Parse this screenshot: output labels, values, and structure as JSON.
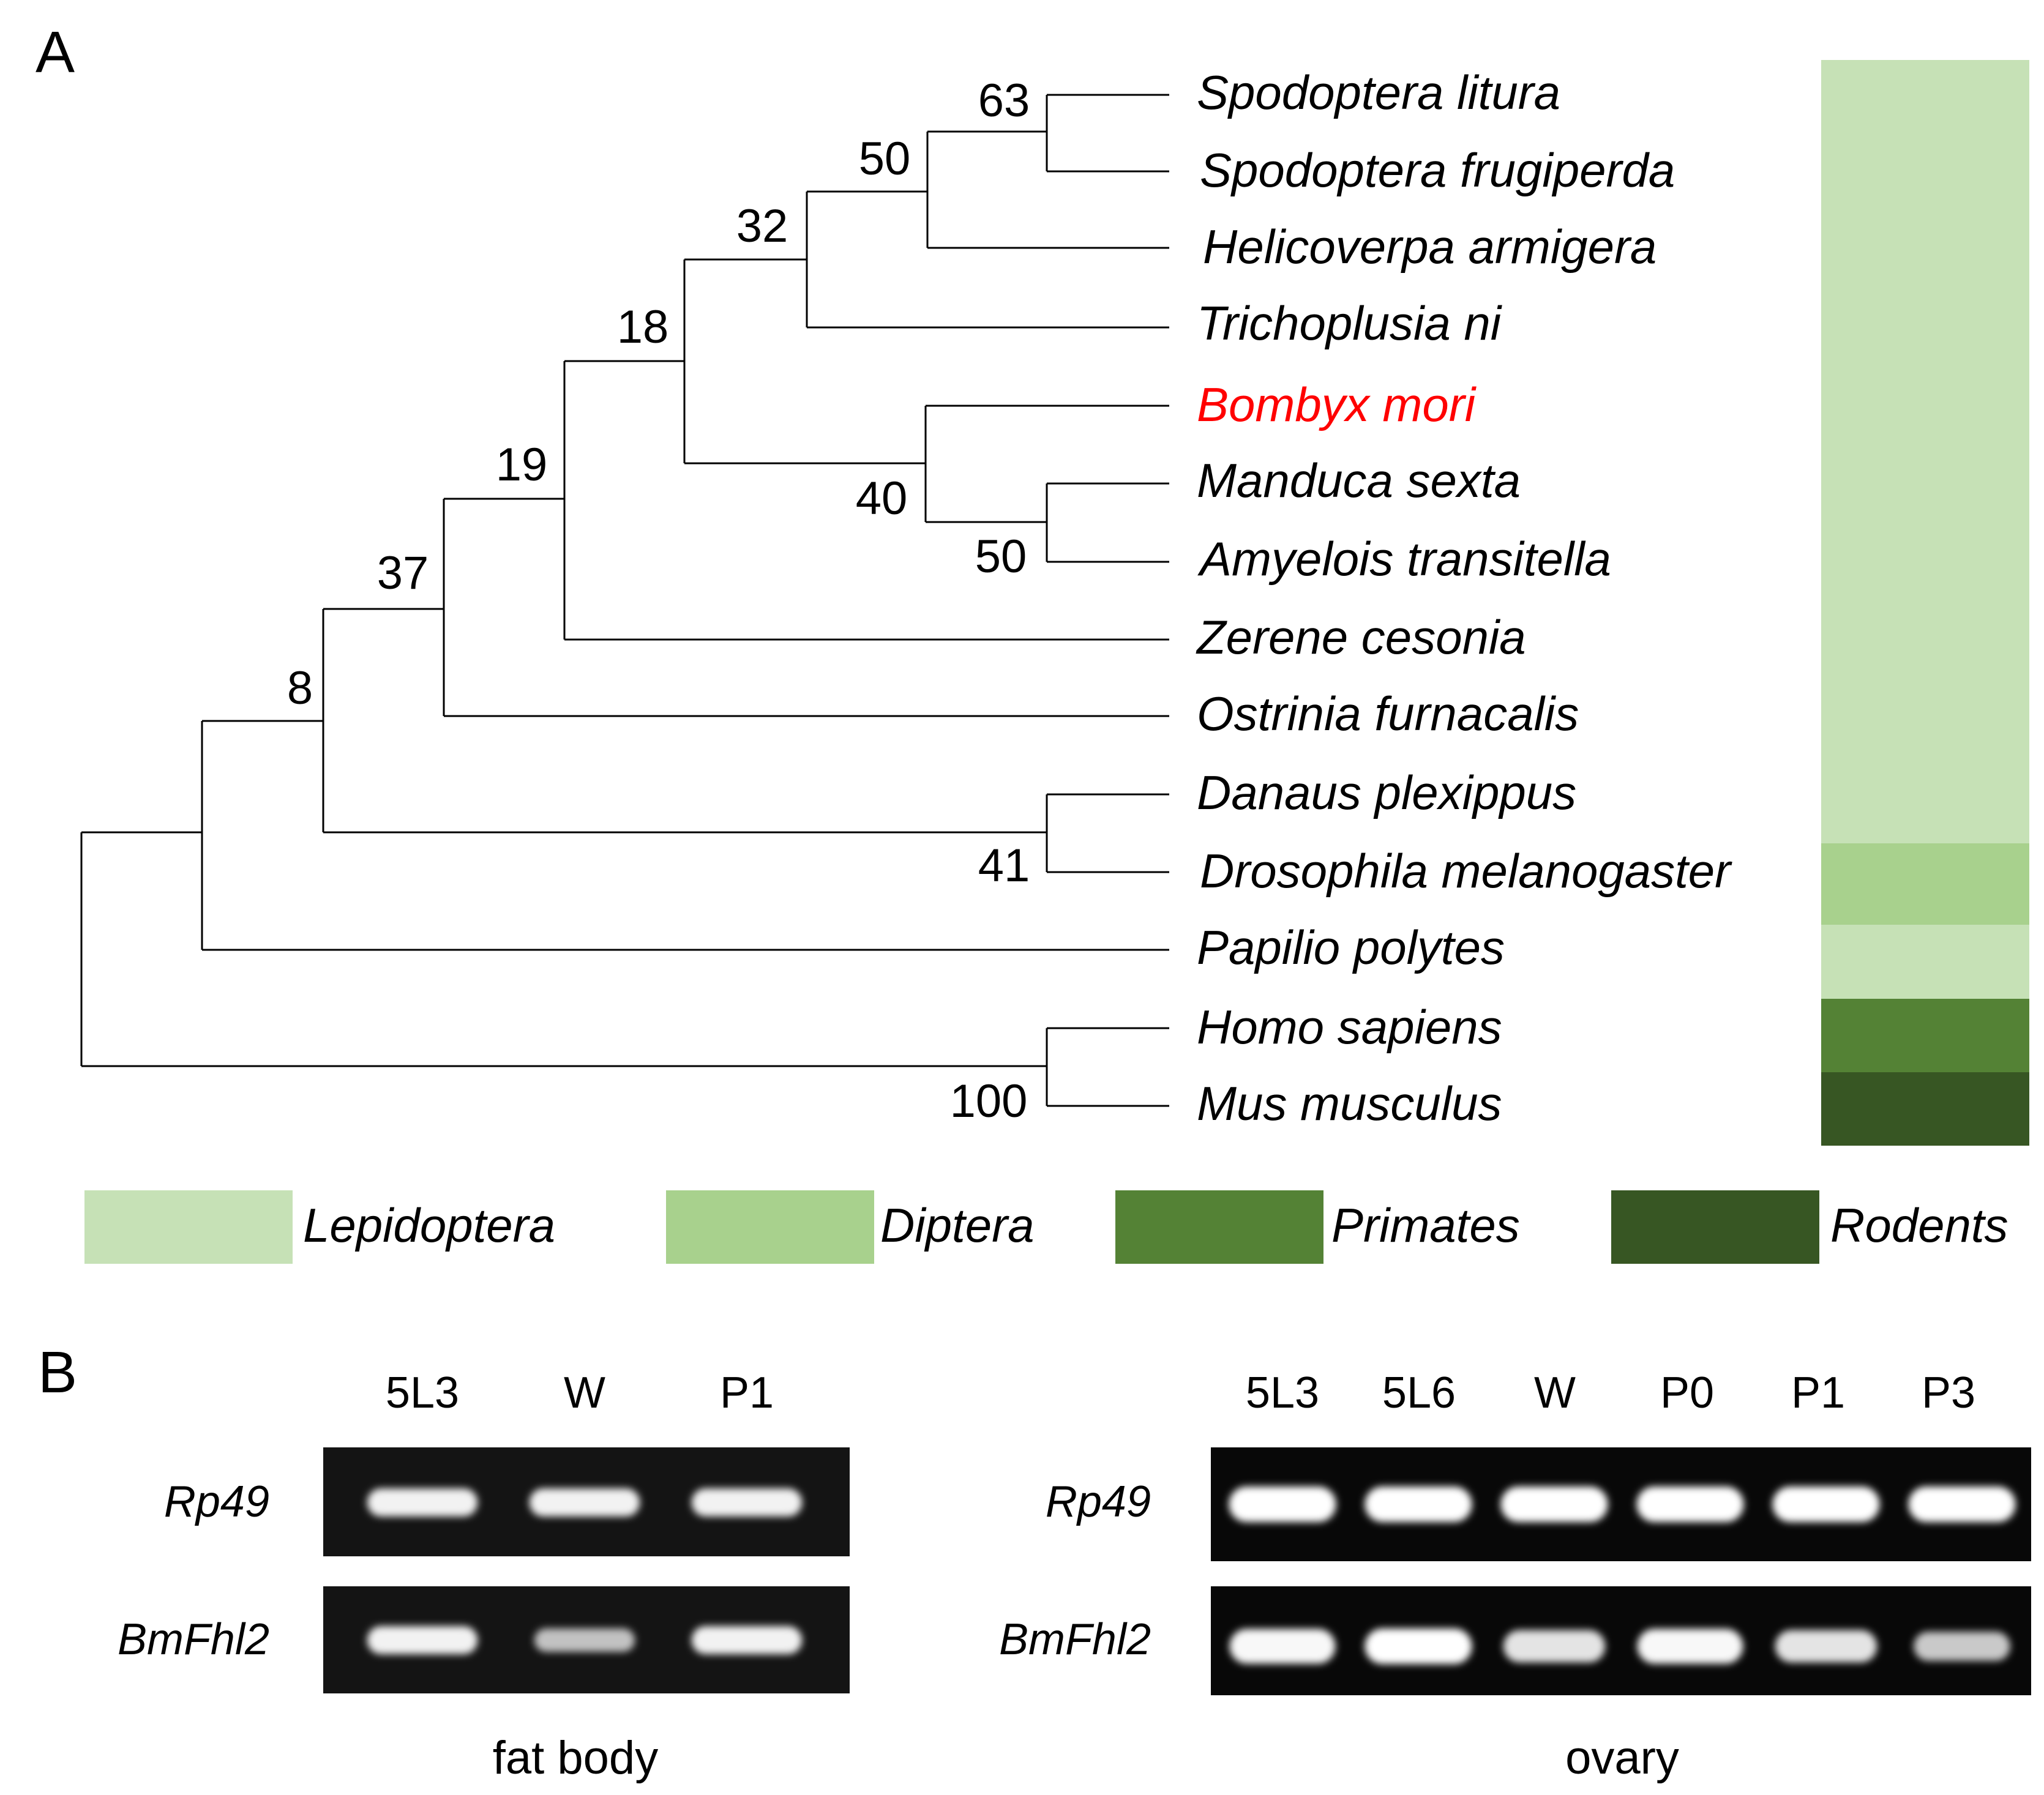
{
  "panel_a": {
    "letter": "A",
    "taxa": [
      {
        "name": "Spodoptera litura",
        "group": "Lepidoptera",
        "highlight": false
      },
      {
        "name": "Spodoptera frugiperda",
        "group": "Lepidoptera",
        "highlight": false
      },
      {
        "name": "Helicoverpa armigera",
        "group": "Lepidoptera",
        "highlight": false
      },
      {
        "name": "Trichoplusia ni",
        "group": "Lepidoptera",
        "highlight": false
      },
      {
        "name": "Bombyx mori",
        "group": "Lepidoptera",
        "highlight": true
      },
      {
        "name": "Manduca sexta",
        "group": "Lepidoptera",
        "highlight": false
      },
      {
        "name": "Amyelois transitella",
        "group": "Lepidoptera",
        "highlight": false
      },
      {
        "name": "Zerene cesonia",
        "group": "Lepidoptera",
        "highlight": false
      },
      {
        "name": "Ostrinia furnacalis",
        "group": "Lepidoptera",
        "highlight": false
      },
      {
        "name": "Danaus plexippus",
        "group": "Lepidoptera",
        "highlight": false
      },
      {
        "name": "Drosophila melanogaster",
        "group": "Diptera",
        "highlight": false
      },
      {
        "name": "Papilio polytes",
        "group": "Lepidoptera",
        "highlight": false
      },
      {
        "name": "Homo sapiens",
        "group": "Primates",
        "highlight": false
      },
      {
        "name": "Mus musculus",
        "group": "Rodents",
        "highlight": false
      }
    ],
    "bootstrap": {
      "n63": "63",
      "n50a": "50",
      "n32": "32",
      "n18": "18",
      "n40": "40",
      "n50b": "50",
      "n19": "19",
      "n37": "37",
      "n8": "8",
      "n41": "41",
      "n100": "100"
    },
    "legend": [
      {
        "label": "Lepidoptera",
        "color": "#c6e1b6"
      },
      {
        "label": "Diptera",
        "color": "#a8d18d"
      },
      {
        "label": "Primates",
        "color": "#548235"
      },
      {
        "label": "Rodents",
        "color": "#375623"
      }
    ],
    "highlight_color": "#ff0000"
  },
  "panel_b": {
    "letter": "B",
    "gels": [
      {
        "tissue": "fat body",
        "lanes": [
          "5L3",
          "W",
          "P1"
        ],
        "rows": [
          {
            "gene": "Rp49",
            "band_intensity": [
              0.9,
              0.9,
              0.9
            ]
          },
          {
            "gene": "BmFhl2",
            "band_intensity": [
              0.9,
              0.55,
              0.9
            ]
          }
        ]
      },
      {
        "tissue": "ovary",
        "lanes": [
          "5L3",
          "5L6",
          "W",
          "P0",
          "P1",
          "P3"
        ],
        "rows": [
          {
            "gene": "Rp49",
            "band_intensity": [
              1,
              1,
              1,
              1,
              1,
              1
            ]
          },
          {
            "gene": "BmFhl2",
            "band_intensity": [
              0.95,
              1,
              0.8,
              0.95,
              0.8,
              0.6
            ]
          }
        ]
      }
    ]
  }
}
